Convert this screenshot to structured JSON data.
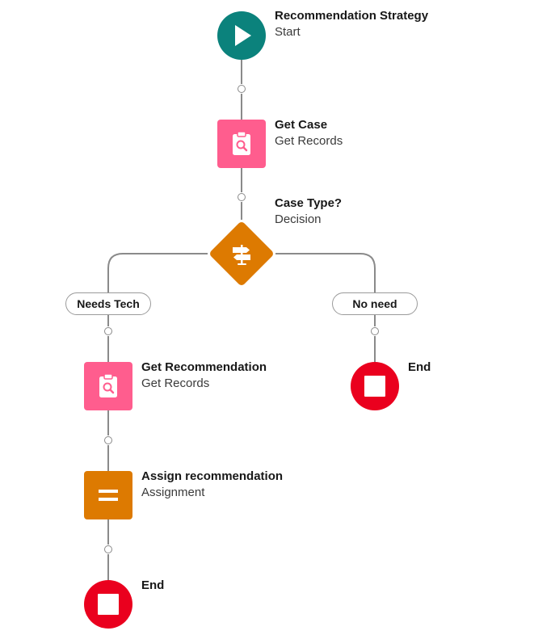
{
  "colors": {
    "start": "#0b827c",
    "get_records": "#ff5d8e",
    "decision": "#dd7a01",
    "assignment": "#dd7a01",
    "end": "#ea001e",
    "connector_line": "#8a8a8a"
  },
  "nodes": {
    "start": {
      "title": "Recommendation Strategy",
      "subtitle": "Start",
      "icon": "play-icon"
    },
    "get_case": {
      "title": "Get Case",
      "subtitle": "Get Records",
      "icon": "clipboard-search-icon"
    },
    "decision": {
      "title": "Case Type?",
      "subtitle": "Decision",
      "icon": "signpost-icon"
    },
    "get_recommendation": {
      "title": "Get Recommendation",
      "subtitle": "Get Records",
      "icon": "clipboard-search-icon"
    },
    "assign": {
      "title": "Assign recommendation",
      "subtitle": "Assignment",
      "icon": "equals-icon"
    },
    "end_left": {
      "title": "End",
      "icon": "stop-icon"
    },
    "end_right": {
      "title": "End",
      "icon": "stop-icon"
    }
  },
  "branches": {
    "left": {
      "label": "Needs Tech"
    },
    "right": {
      "label": "No need"
    }
  }
}
